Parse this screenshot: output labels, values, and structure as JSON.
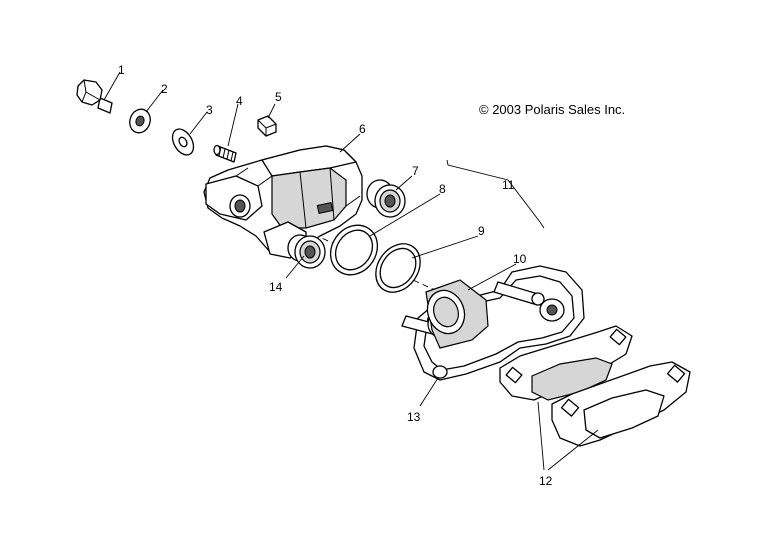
{
  "copyright": "© 2003 Polaris Sales Inc.",
  "callouts": [
    {
      "number": "1",
      "part": "bolt"
    },
    {
      "number": "2",
      "part": "washer"
    },
    {
      "number": "3",
      "part": "washer"
    },
    {
      "number": "4",
      "part": "bleeder-screw"
    },
    {
      "number": "5",
      "part": "cap"
    },
    {
      "number": "6",
      "part": "caliper-body"
    },
    {
      "number": "7",
      "part": "boot"
    },
    {
      "number": "8",
      "part": "seal"
    },
    {
      "number": "9",
      "part": "seal"
    },
    {
      "number": "10",
      "part": "piston"
    },
    {
      "number": "11",
      "part": "bracket-assembly"
    },
    {
      "number": "12",
      "part": "brake-pads"
    },
    {
      "number": "13",
      "part": "bracket"
    },
    {
      "number": "14",
      "part": "boot"
    }
  ]
}
